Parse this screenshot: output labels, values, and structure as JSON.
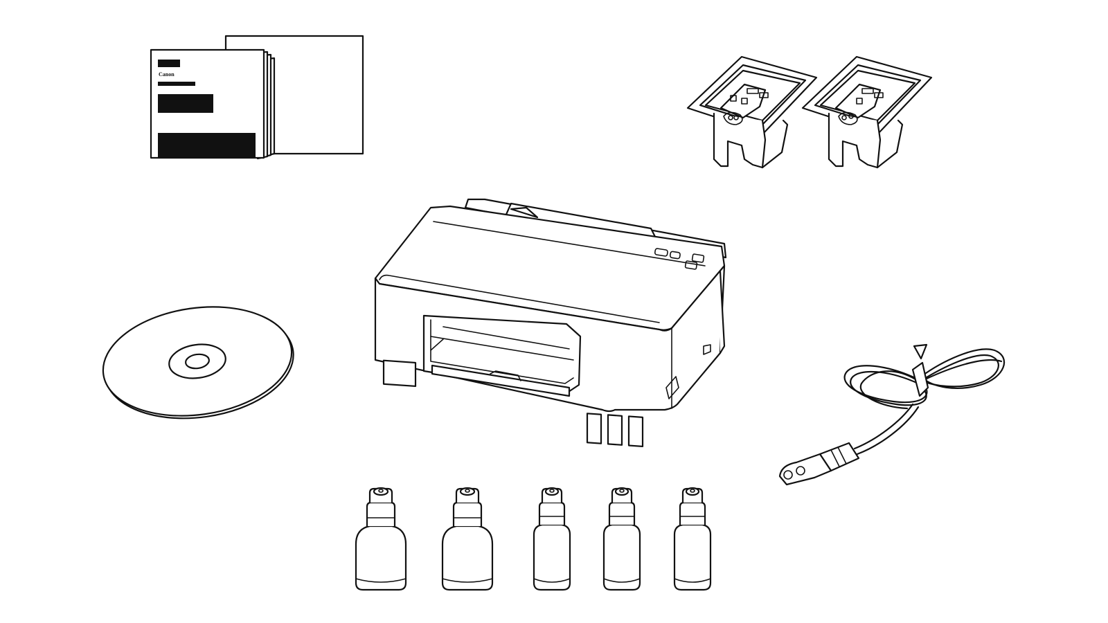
{
  "diagram": {
    "components": [
      {
        "id": "documents",
        "icon": "manual-sheets-icon",
        "brand_text": "Canon"
      },
      {
        "id": "print-heads",
        "icon": "print-head-cartridge-icon",
        "count": 2
      },
      {
        "id": "setup-disc",
        "icon": "cd-rom-icon"
      },
      {
        "id": "printer",
        "icon": "inkjet-printer-icon"
      },
      {
        "id": "power-cord",
        "icon": "power-cord-icon"
      },
      {
        "id": "ink-bottles",
        "icon": "ink-bottle-icon",
        "count": 5
      }
    ],
    "line_color": "#111111",
    "background": "#ffffff"
  }
}
